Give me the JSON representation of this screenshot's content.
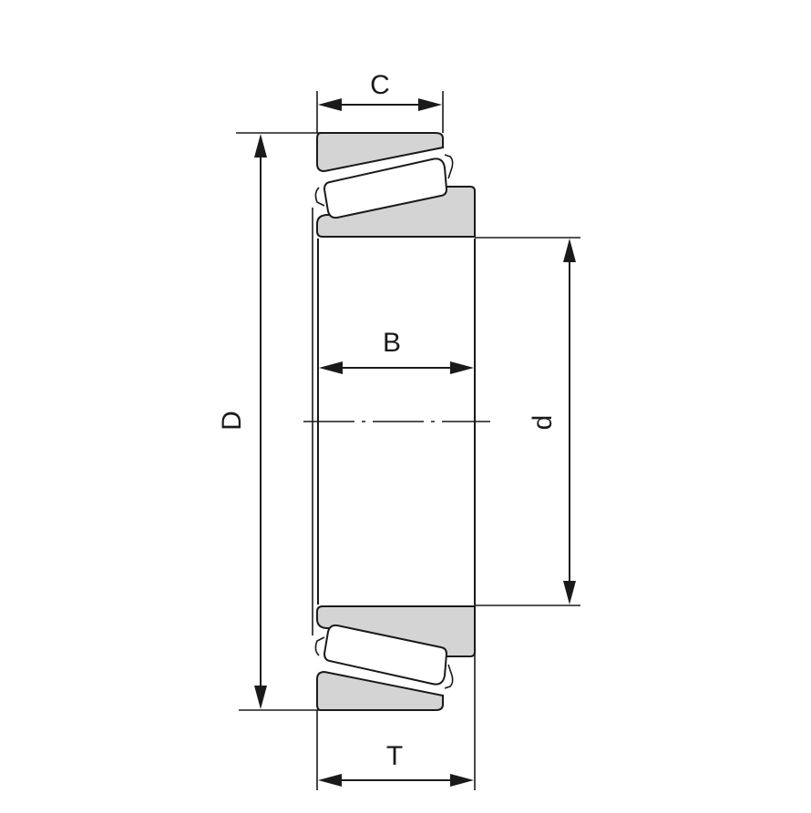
{
  "diagram": {
    "labels": {
      "C": "C",
      "B": "B",
      "T": "T",
      "D": "D",
      "d": "d"
    },
    "colors": {
      "line": "#1a1a1a",
      "part_fill": "#d4d4d4",
      "background": "#ffffff"
    }
  }
}
